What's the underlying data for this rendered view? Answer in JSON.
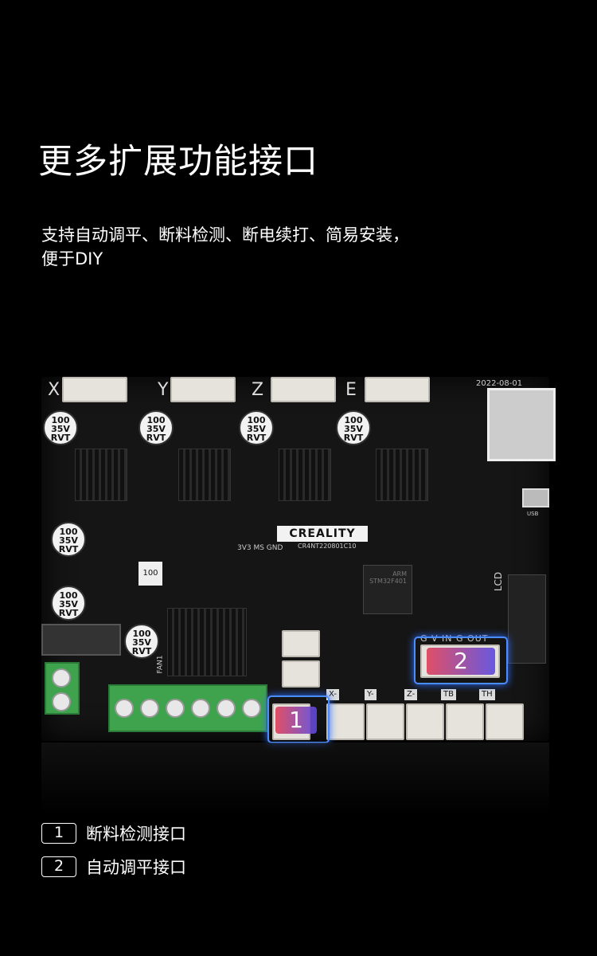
{
  "title": "更多扩展功能接口",
  "description": [
    "支持自动调平、断料检测、断电续打、简易安装，",
    "便于DIY"
  ],
  "board": {
    "axis_labels": [
      "X",
      "Y",
      "Z",
      "E"
    ],
    "date": "2022-08-01",
    "brand": "CREALITY",
    "model": "CR4NT220801C10",
    "capacitor": [
      "100",
      "35V",
      "RVT"
    ],
    "lcd": "LCD",
    "usb": "USB",
    "fan": "FAN1",
    "pins": "3V3  MS  GND",
    "probe_pins": "G V IN G OUT",
    "endstop_tags": [
      "X-",
      "Y-",
      "Z-",
      "TB",
      "TH"
    ],
    "chip": "ARM STM32F401",
    "inductor": "100",
    "markers": [
      "1",
      "2"
    ]
  },
  "legend": [
    {
      "num": "1",
      "label": "断料检测接口"
    },
    {
      "num": "2",
      "label": "自动调平接口"
    }
  ],
  "colors": {
    "highlight": "#4a8dff",
    "terminal": "#3fa34d"
  }
}
